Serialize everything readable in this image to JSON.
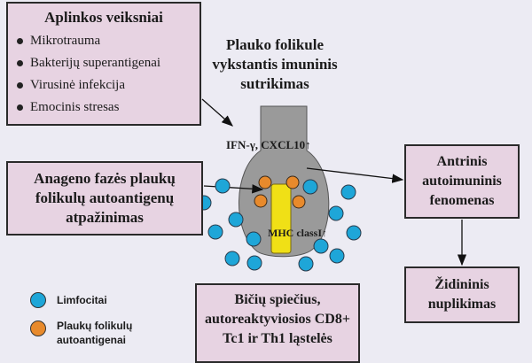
{
  "risk_factors": {
    "title": "Aplinkos veiksniai",
    "items": [
      "Mikrotrauma",
      "Bakterijų superantigenai",
      "Virusinė infekcija",
      "Emocinis stresas"
    ]
  },
  "follicle_title": "Plauko folikule vykstantis imuninis sutrikimas",
  "cytokine_label": "IFN-γ, CXCL10↑",
  "recognition_box": "Anageno fazės plaukų folikulų autoantigenų atpažinimas",
  "mhc_label": "MHC classI↑",
  "secondary_box": "Antrinis autoimuninis fenomenas",
  "alopecia_box": "Židininis nuplikimas",
  "swarm_box": "Bičių spiečius, autoreaktyviosios CD8+ Tc1 ir Th1 ląstelės",
  "legend": {
    "lymphocytes": "Limfocitai",
    "autoantigens": "Plaukų folikulų autoantigenai"
  },
  "colors": {
    "box_fill": "#e7d3e2",
    "lymphocyte": "#1ea6d8",
    "autoantigen": "#e88a2c",
    "follicle": "#9a9a9a",
    "hair_shaft": "#f0e016"
  }
}
